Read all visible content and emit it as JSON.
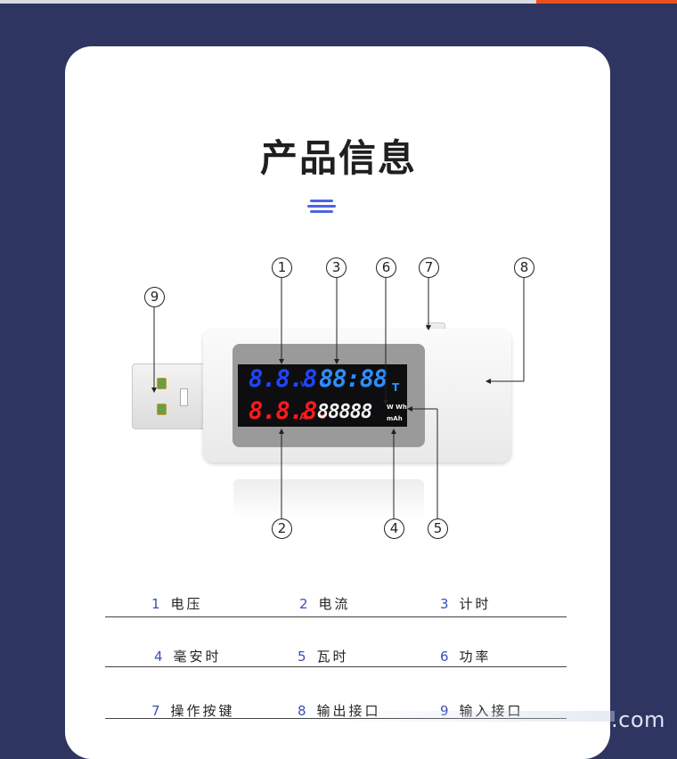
{
  "header": {
    "title": "产品信息"
  },
  "device": {
    "voltage_reading": "8.8.8.",
    "voltage_unit": "V",
    "timer_reading": "88:88",
    "timer_unit": "T",
    "current_reading": "8.8.8.",
    "current_unit": "A",
    "energy_reading": "88888",
    "energy_unit_top": "W Wh",
    "energy_unit_bottom": "mAh"
  },
  "callouts": [
    "1",
    "2",
    "3",
    "4",
    "5",
    "6",
    "7",
    "8",
    "9"
  ],
  "specs": [
    [
      {
        "num": "1",
        "label": "电压"
      },
      {
        "num": "2",
        "label": "电流"
      },
      {
        "num": "3",
        "label": "计时"
      }
    ],
    [
      {
        "num": "4",
        "label": "毫安时"
      },
      {
        "num": "5",
        "label": "瓦时"
      },
      {
        "num": "6",
        "label": "功率"
      }
    ],
    [
      {
        "num": "7",
        "label": "操作按键"
      },
      {
        "num": "8",
        "label": "输出接口"
      },
      {
        "num": "9",
        "label": "输入接口"
      }
    ]
  ],
  "footer": {
    "watermark": ".com"
  },
  "colors": {
    "background": "#2e3561",
    "accent": "#e8511f",
    "number": "#3a4fb5",
    "voltage": "#1e46ff",
    "timer": "#2f8fff",
    "current": "#ff1b1b"
  }
}
